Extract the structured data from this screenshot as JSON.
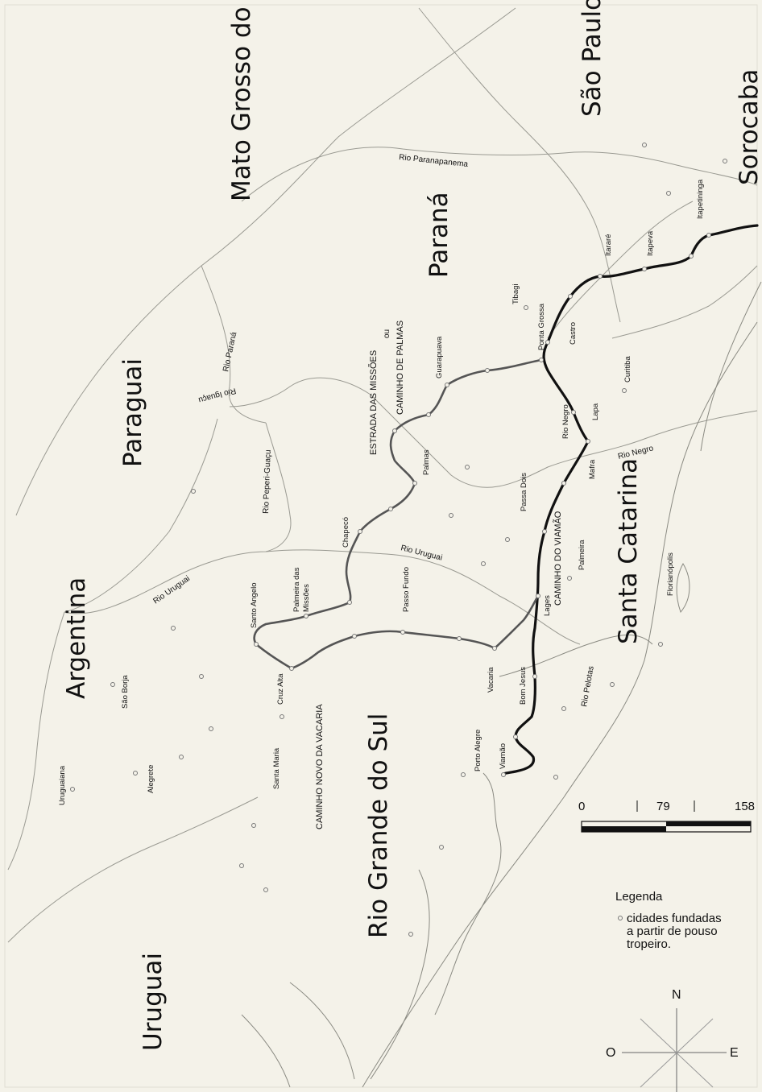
{
  "regions": {
    "mato_grosso_do_sul": "Mato Grosso do Sul",
    "sao_paulo": "São Paulo",
    "sorocaba": "Sorocaba",
    "parana": "Paraná",
    "paraguai": "Paraguai",
    "argentina": "Argentina",
    "santa_catarina": "Santa Catarina",
    "rio_grande_do_sul": "Rio Grande do Sul",
    "uruguai": "Uruguai"
  },
  "routes": {
    "estrada_missoes": "ESTRADA DAS MISSÕES",
    "ou": "ou",
    "caminho_palmas": "CAMINHO DE PALMAS",
    "caminho_viamao": "CAMINHO DO VIAMÃO",
    "caminho_vacaria": "CAMINHO NOVO DA VACARIA"
  },
  "rivers": {
    "paranapanema": "Rio Paranapanema",
    "parana": "Rio Paraná",
    "iguacu": "Rio Iguaçu",
    "peperi_guacu": "Rio Peperi-Guaçu",
    "uruguai_west": "Rio Uruguai",
    "uruguai_mid": "Rio Uruguai",
    "negro": "Rio Negro",
    "pelotas": "Rio Pelotas"
  },
  "cities": {
    "itapetininga": "Itapetininga",
    "itapeva": "Itapeva",
    "itarare": "Itararé",
    "tibagi": "Tibagi",
    "ponta_grossa": "Ponta Grossa",
    "castro": "Castro",
    "curitiba": "Curitiba",
    "guarapuava": "Guarapuava",
    "rio_negro": "Rio Negro",
    "lapa": "Lapa",
    "mafra": "Mafra",
    "palmas": "Palmas",
    "passa_dois": "Passa Dois",
    "chapeco": "Chapecó",
    "palmeira": "Palmeira",
    "florianopolis": "Florianópolis",
    "palmeira_missoes": "Palmeira das Missões",
    "santo_angelo": "Santo Angelo",
    "passo_fundo": "Passo Fundo",
    "lages": "Lages",
    "cruz_alta": "Cruz Alta",
    "sao_borja": "São Borja",
    "vacaria": "Vacaria",
    "bom_jesus": "Bom Jesus",
    "santa_maria": "Santa Maria",
    "porto_alegre": "Porto Alegre",
    "viamao": "Viamão",
    "alegrete": "Alegrete",
    "uruguaiana": "Uruguaiana"
  },
  "scale": {
    "zero": "0",
    "mid": "79",
    "max": "158"
  },
  "legend": {
    "title": "Legenda",
    "line1": "cidades fundadas",
    "line2": "a partir de pouso",
    "line3": "tropeiro."
  },
  "compass": {
    "north": "N",
    "east": "E",
    "west": "O"
  },
  "colors": {
    "route": "#111111",
    "route_secondary": "#555555",
    "boundary": "#9a9a92",
    "background": "#f4f2e9"
  }
}
